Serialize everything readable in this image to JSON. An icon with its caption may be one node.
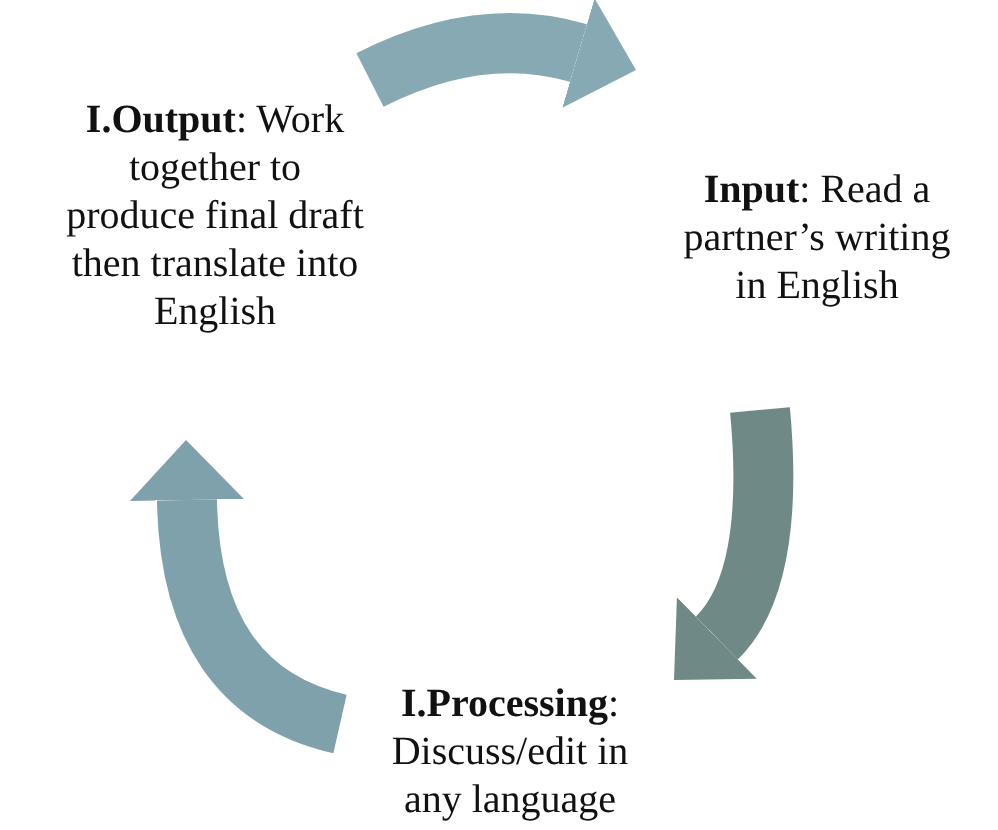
{
  "diagram": {
    "nodes": [
      {
        "text": [
          "**I.Output**: Work together to produce final draft then translate into English"
        ]
      },
      {
        "text": [
          "**Input**: Read a partner’s writing in English"
        ]
      },
      {
        "text": [
          "**I.Processing**: Discuss/edit in any language"
        ]
      }
    ],
    "edges": [
      {
        "from": 0,
        "to": 1,
        "arrow": "to",
        "color": "#86a9b4"
      },
      {
        "from": 1,
        "to": 2,
        "arrow": "to",
        "color": "#6f8987"
      },
      {
        "from": 2,
        "to": 0,
        "arrow": "to",
        "color": "#7fa1ac"
      }
    ]
  }
}
